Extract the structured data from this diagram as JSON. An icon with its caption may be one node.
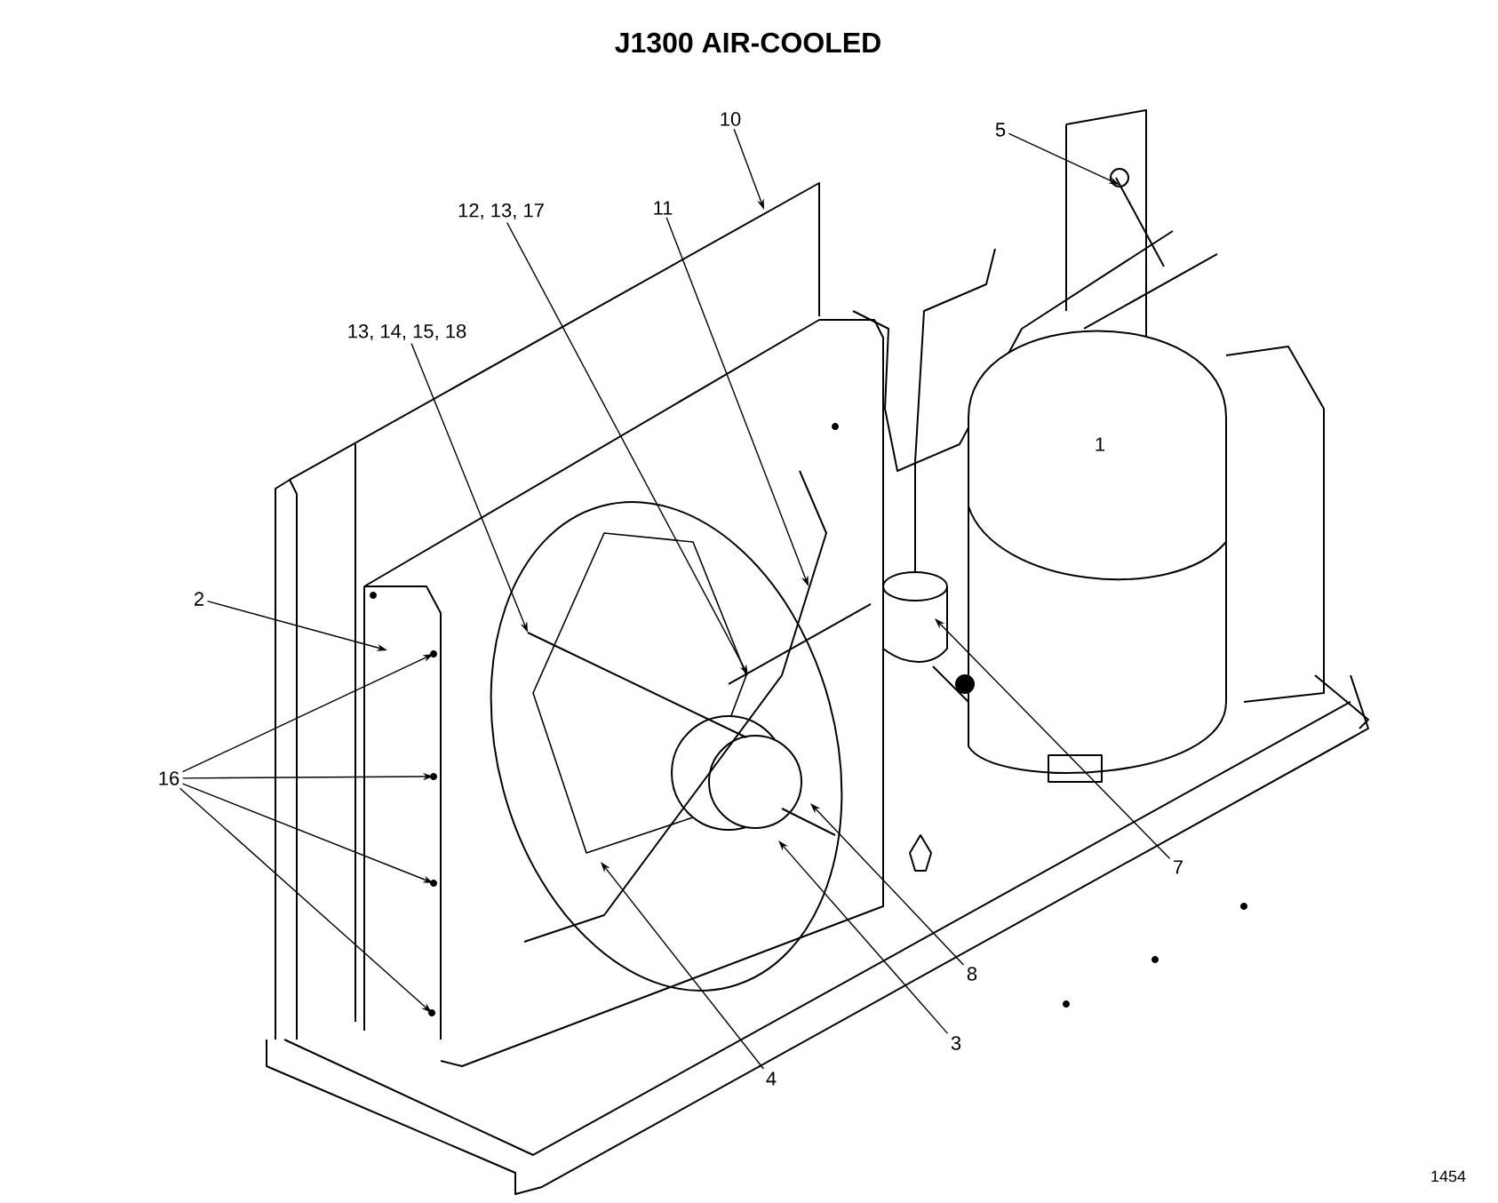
{
  "diagram": {
    "title": "J1300 AIR-COOLED",
    "nodes": [
      {
        "text": [
          "10"
        ]
      },
      {
        "text": [
          "5"
        ]
      },
      {
        "text": [
          "12, 13, 17"
        ]
      },
      {
        "text": [
          "11"
        ]
      },
      {
        "text": [
          "13, 14, 15, 18"
        ]
      },
      {
        "text": [
          "2"
        ]
      },
      {
        "text": [
          "16"
        ]
      },
      {
        "text": [
          "7"
        ]
      },
      {
        "text": [
          "8"
        ]
      },
      {
        "text": [
          "3"
        ]
      },
      {
        "text": [
          "4"
        ]
      }
    ],
    "edges": [
      {
        "from": 0,
        "to": null,
        "arrow": "to"
      },
      {
        "from": 1,
        "to": null,
        "arrow": "to"
      },
      {
        "from": 2,
        "to": null,
        "arrow": "to"
      },
      {
        "from": 3,
        "to": null,
        "arrow": "to"
      },
      {
        "from": 4,
        "to": null,
        "arrow": "to"
      },
      {
        "from": 5,
        "to": null,
        "arrow": "to"
      },
      {
        "from": 6,
        "to": null,
        "arrow": "to"
      },
      {
        "from": 6,
        "to": null,
        "arrow": "to"
      },
      {
        "from": 6,
        "to": null,
        "arrow": "to"
      },
      {
        "from": 6,
        "to": null,
        "arrow": "to"
      },
      {
        "from": 7,
        "to": null,
        "arrow": "to"
      },
      {
        "from": 8,
        "to": null,
        "arrow": "to"
      },
      {
        "from": 9,
        "to": null,
        "arrow": "to"
      },
      {
        "from": 10,
        "to": null,
        "arrow": "to"
      }
    ],
    "labels": [
      "1",
      "1454"
    ]
  }
}
